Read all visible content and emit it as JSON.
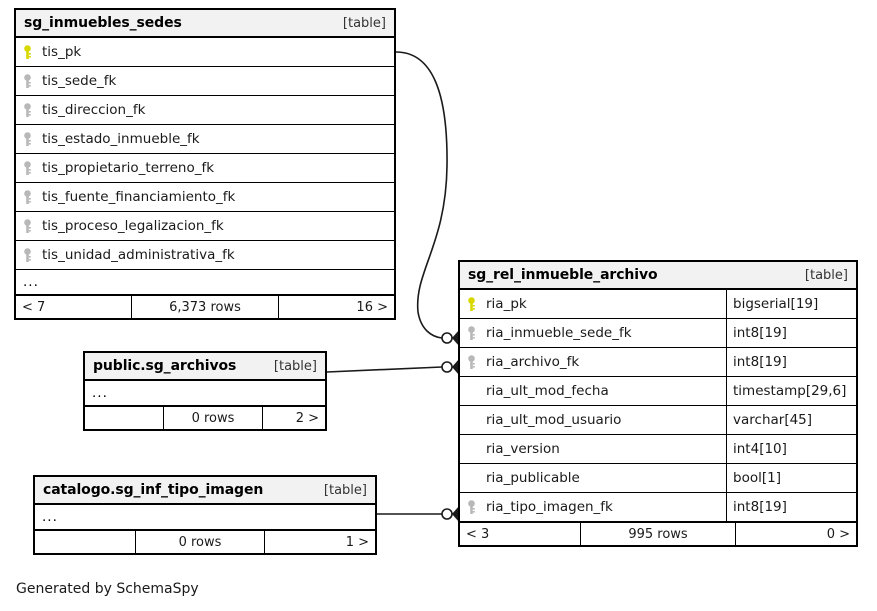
{
  "diagram": {
    "caption": "Generated by SchemaSpy",
    "table_tag": "[table]",
    "ellipsis": "...",
    "colors": {
      "primary_key": "#d8d800",
      "foreign_key": "#b0b0b0",
      "header_bg": "#f2f2f2",
      "border": "#000000",
      "background": "#ffffff"
    }
  },
  "tables": {
    "sg_inmuebles_sedes": {
      "title": "sg_inmuebles_sedes",
      "tag": "[table]",
      "columns": [
        {
          "name": "tis_pk",
          "key": "pk"
        },
        {
          "name": "tis_sede_fk",
          "key": "fk"
        },
        {
          "name": "tis_direccion_fk",
          "key": "fk"
        },
        {
          "name": "tis_estado_inmueble_fk",
          "key": "fk"
        },
        {
          "name": "tis_propietario_terreno_fk",
          "key": "fk"
        },
        {
          "name": "tis_fuente_financiamiento_fk",
          "key": "fk"
        },
        {
          "name": "tis_proceso_legalizacion_fk",
          "key": "fk"
        },
        {
          "name": "tis_unidad_administrativa_fk",
          "key": "fk"
        }
      ],
      "more_indicator": "...",
      "footer": {
        "left": "< 7",
        "middle": "6,373 rows",
        "right": "16 >"
      }
    },
    "sg_rel_inmueble_archivo": {
      "title": "sg_rel_inmueble_archivo",
      "tag": "[table]",
      "columns": [
        {
          "name": "ria_pk",
          "type": "bigserial[19]",
          "key": "pk"
        },
        {
          "name": "ria_inmueble_sede_fk",
          "type": "int8[19]",
          "key": "fk"
        },
        {
          "name": "ria_archivo_fk",
          "type": "int8[19]",
          "key": "fk"
        },
        {
          "name": "ria_ult_mod_fecha",
          "type": "timestamp[29,6]",
          "key": "none"
        },
        {
          "name": "ria_ult_mod_usuario",
          "type": "varchar[45]",
          "key": "none"
        },
        {
          "name": "ria_version",
          "type": "int4[10]",
          "key": "none"
        },
        {
          "name": "ria_publicable",
          "type": "bool[1]",
          "key": "none"
        },
        {
          "name": "ria_tipo_imagen_fk",
          "type": "int8[19]",
          "key": "fk"
        }
      ],
      "footer": {
        "left": "< 3",
        "middle": "995 rows",
        "right": "0 >"
      }
    },
    "public_sg_archivos": {
      "title": "public.sg_archivos",
      "tag": "[table]",
      "more_indicator": "...",
      "footer": {
        "left": "",
        "middle": "0 rows",
        "right": "2 >"
      }
    },
    "catalogo_sg_inf_tipo_imagen": {
      "title": "catalogo.sg_inf_tipo_imagen",
      "tag": "[table]",
      "more_indicator": "...",
      "footer": {
        "left": "",
        "middle": "0 rows",
        "right": "1 >"
      }
    }
  },
  "relationships": [
    {
      "from_table": "sg_inmuebles_sedes",
      "from_column": "tis_pk",
      "to_table": "sg_rel_inmueble_archivo",
      "to_column": "ria_inmueble_sede_fk"
    },
    {
      "from_table": "public.sg_archivos",
      "from_column": "",
      "to_table": "sg_rel_inmueble_archivo",
      "to_column": "ria_archivo_fk"
    },
    {
      "from_table": "catalogo.sg_inf_tipo_imagen",
      "from_column": "",
      "to_table": "sg_rel_inmueble_archivo",
      "to_column": "ria_tipo_imagen_fk"
    }
  ]
}
